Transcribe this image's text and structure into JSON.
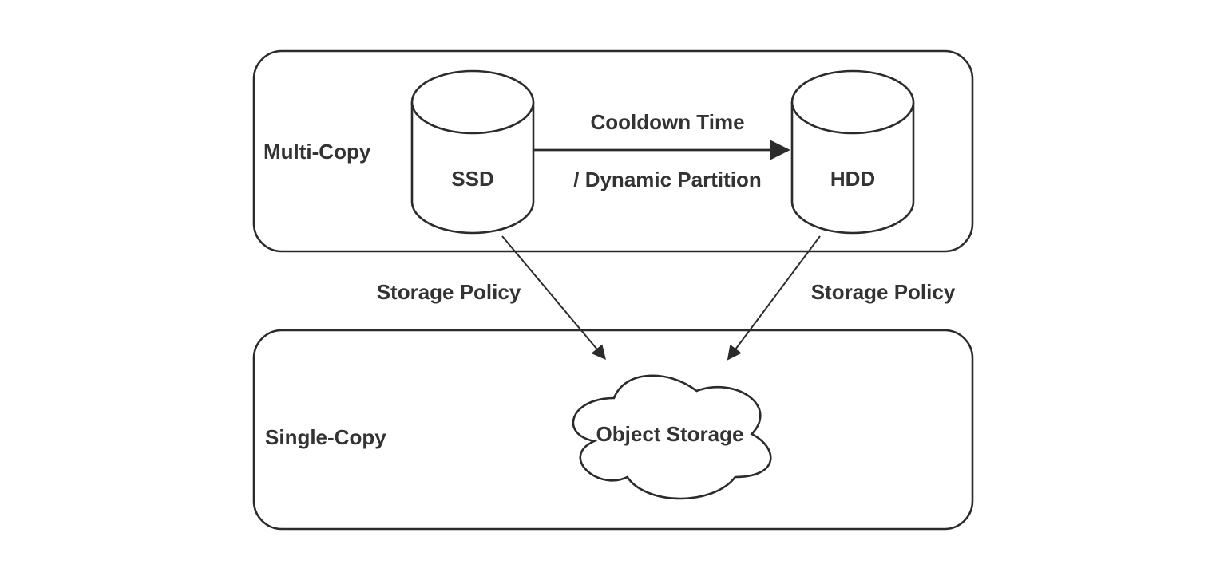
{
  "colors": {
    "background": "#ffffff",
    "stroke": "#2b2b2b",
    "text": "#333333"
  },
  "containers": {
    "multi_copy": {
      "label": "Multi-Copy"
    },
    "single_copy": {
      "label": "Single-Copy"
    }
  },
  "nodes": {
    "ssd": {
      "label": "SSD",
      "shape": "cylinder"
    },
    "hdd": {
      "label": "HDD",
      "shape": "cylinder"
    },
    "object_storage": {
      "label": "Object Storage",
      "shape": "cloud"
    }
  },
  "edges": {
    "cooldown": {
      "from": "SSD",
      "to": "HDD",
      "label_line1": "Cooldown Time",
      "label_line2": "/ Dynamic Partition"
    },
    "ssd_policy": {
      "from": "SSD",
      "to": "Object Storage",
      "label": "Storage Policy"
    },
    "hdd_policy": {
      "from": "HDD",
      "to": "Object Storage",
      "label": "Storage Policy"
    }
  }
}
